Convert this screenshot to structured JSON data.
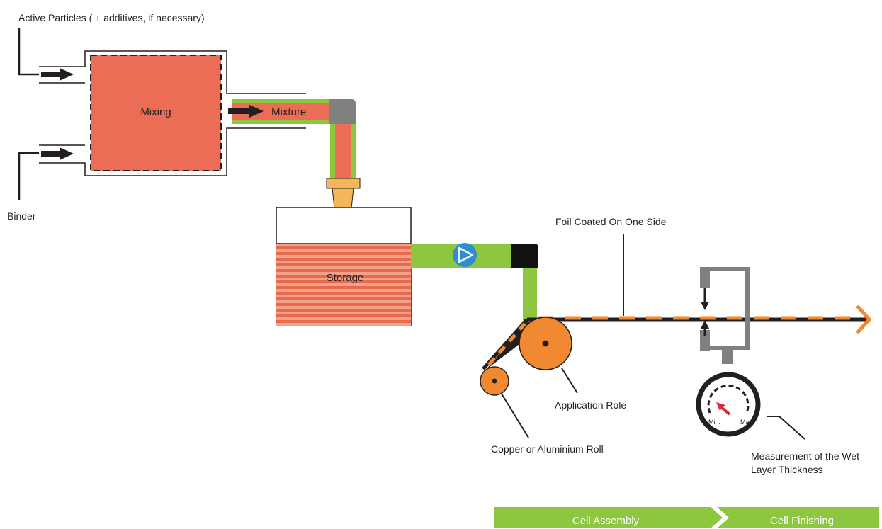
{
  "labels": {
    "active_particles": "Active Particles ( + additives, if necessary)",
    "binder": "Binder",
    "mixing": "Mixing",
    "mixture": "Mixture",
    "storage": "Storage",
    "foil_coated": "Foil Coated On One Side",
    "application_role": "Application Role",
    "copper_roll": "Copper or Aluminium Roll",
    "measurement_line1": "Measurement of the Wet",
    "measurement_line2": "Layer Thickness"
  },
  "gauge": {
    "min_label": "Min.",
    "max_label": "Max."
  },
  "steps": {
    "cell_assembly": "Cell Assembly",
    "cell_finishing": "Cell Finishing"
  },
  "colors": {
    "slurry": "#ec6d55",
    "pipe_green": "#8dc63f",
    "foil_orange": "#f0892f",
    "steel_gray": "#808080",
    "pump_blue": "#2b8fd0",
    "dark": "#231f20",
    "step_green": "#8dc63f"
  }
}
